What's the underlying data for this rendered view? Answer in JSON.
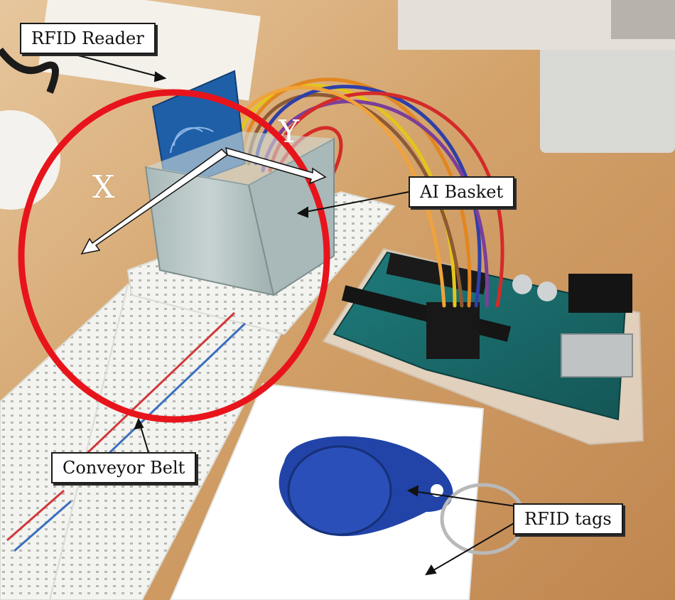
{
  "callouts": {
    "rfid_reader": "RFID Reader",
    "ai_basket": "AI Basket",
    "conveyor_belt": "Conveyor Belt",
    "rfid_tags": "RFID tags"
  },
  "axes": {
    "x": "X",
    "y": "Y"
  },
  "colors": {
    "desk": "#c8935a",
    "highlight_circle": "#e8141c",
    "reader_board": "#1f5fa8",
    "arduino_board": "#1b6b6b",
    "keyfob": "#2244a8",
    "breadboard": "#f2f2ee",
    "basket": "#b9c7c7"
  }
}
